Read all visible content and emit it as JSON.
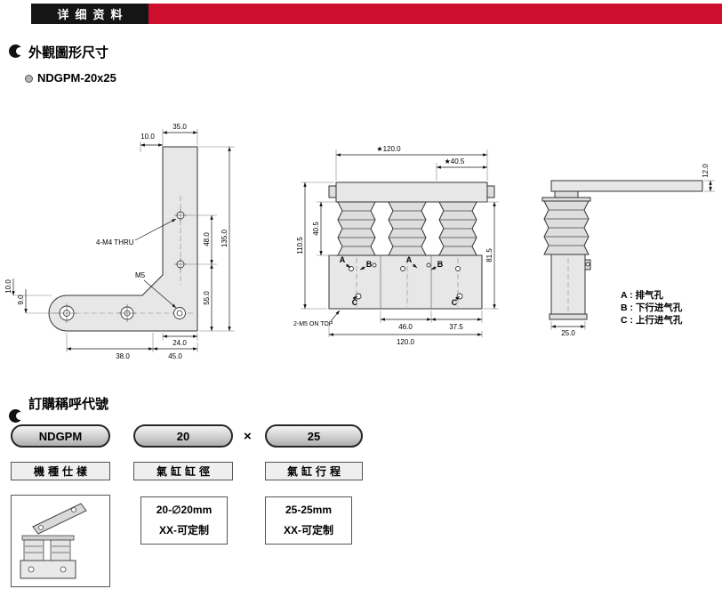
{
  "header": {
    "title": "详细资料",
    "bar_color": "#ce0e2d"
  },
  "sections": {
    "dimensions_title": "外觀圖形尺寸",
    "model": "NDGPM-20x25",
    "order_title": "訂購稱呼代號"
  },
  "drawings": {
    "left_view": {
      "dims": {
        "top_width": "35.0",
        "top_offset": "10.0",
        "thru_note": "4-M4 THRU",
        "hole_pitch": "48.0",
        "total_height": "135.0",
        "thread_note": "M5",
        "lower_height": "55.0",
        "bottom_width": "24.0",
        "base_a": "38.0",
        "base_b": "45.0",
        "end_a": "10.0",
        "end_b": "9.0"
      }
    },
    "front_view": {
      "dims": {
        "top_width": "★120.0",
        "top_right": "★40.5",
        "bellows_height": "40.5",
        "total_height": "110.5",
        "right_height": "81.5",
        "thread_note": "2-M5 ON TOP",
        "bottom_mid": "46.0",
        "bottom_right": "37.5",
        "total_width": "120.0"
      },
      "ports": {
        "a": "A",
        "b": "B",
        "c": "C"
      }
    },
    "side_view": {
      "dims": {
        "arm_thickness": "12.0",
        "base_width": "25.0"
      },
      "legend": [
        "A : 排气孔",
        "B : 下行进气孔",
        "C : 上行进气孔"
      ]
    }
  },
  "order": {
    "model_code": "NDGPM",
    "bore_code": "20",
    "multiply": "×",
    "stroke_code": "25",
    "model_label": "機種仕樣",
    "bore_label": "氣缸缸徑",
    "stroke_label": "氣缸行程",
    "bore_opt1": "20-∅20mm",
    "bore_opt2": "XX-可定制",
    "stroke_opt1": "25-25mm",
    "stroke_opt2": "XX-可定制"
  }
}
